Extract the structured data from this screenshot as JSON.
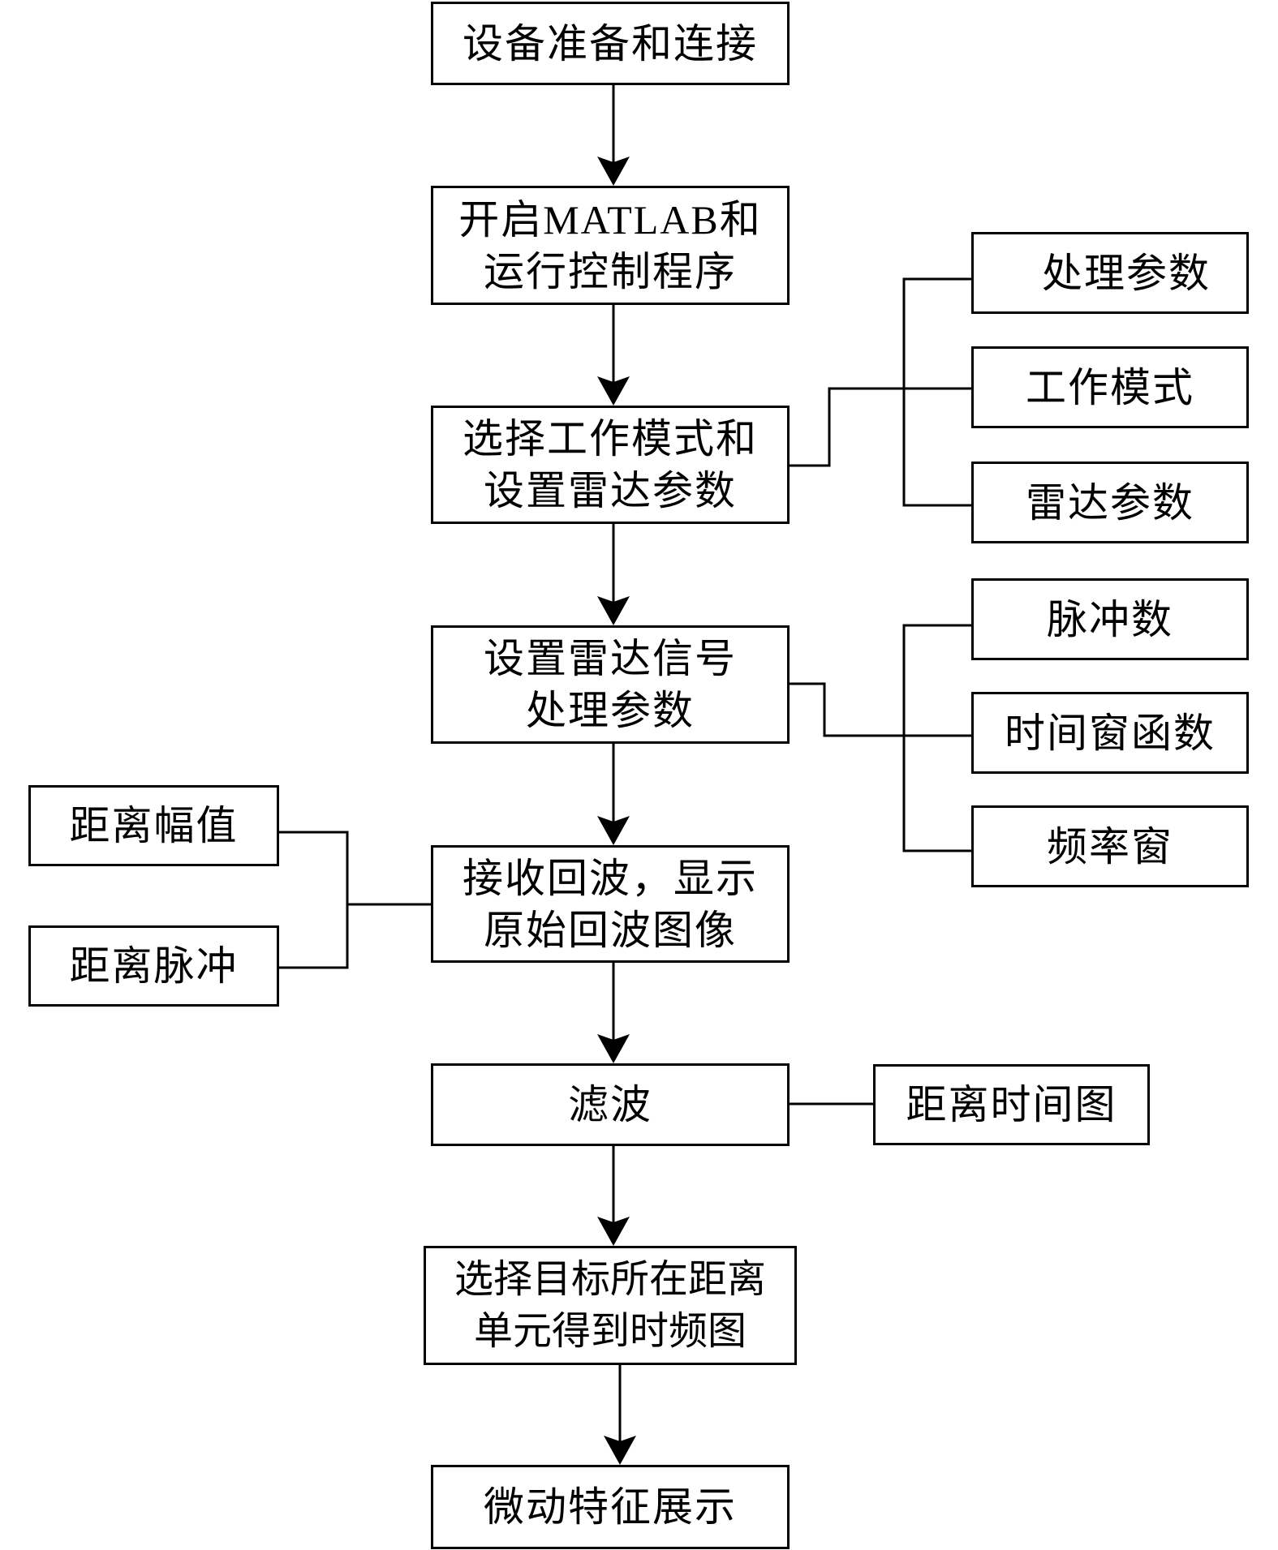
{
  "diagram": {
    "main_flow": [
      {
        "id": "step1",
        "lines": [
          "设备准备和连接"
        ]
      },
      {
        "id": "step2",
        "lines": [
          "开启MATLAB和",
          "运行控制程序"
        ]
      },
      {
        "id": "step3",
        "lines": [
          "选择工作模式和",
          "设置雷达参数"
        ]
      },
      {
        "id": "step4",
        "lines": [
          "设置雷达信号",
          "处理参数"
        ]
      },
      {
        "id": "step5",
        "lines": [
          "接收回波，显示",
          "原始回波图像"
        ]
      },
      {
        "id": "step6",
        "lines": [
          "滤波"
        ]
      },
      {
        "id": "step7",
        "lines": [
          "选择目标所在距离",
          "单元得到时频图"
        ]
      },
      {
        "id": "step8",
        "lines": [
          "微动特征展示"
        ]
      }
    ],
    "branches": {
      "step3_options": [
        "处理参数",
        "工作模式",
        "雷达参数"
      ],
      "step4_options": [
        "脉冲数",
        "时间窗函数",
        "频率窗"
      ],
      "step5_outputs": [
        "距离幅值",
        "距离脉冲"
      ],
      "step6_output": [
        "距离时间图"
      ]
    },
    "edges": [
      {
        "from": "step1",
        "to": "step2",
        "type": "arrow"
      },
      {
        "from": "step2",
        "to": "step3",
        "type": "arrow"
      },
      {
        "from": "step3",
        "to": "step4",
        "type": "arrow"
      },
      {
        "from": "step4",
        "to": "step5",
        "type": "arrow"
      },
      {
        "from": "step5",
        "to": "step6",
        "type": "arrow"
      },
      {
        "from": "step6",
        "to": "step7",
        "type": "arrow"
      },
      {
        "from": "step7",
        "to": "step8",
        "type": "arrow"
      },
      {
        "from": "step3",
        "to": "step3_options",
        "type": "bracket"
      },
      {
        "from": "step4",
        "to": "step4_options",
        "type": "bracket"
      },
      {
        "from": "step5",
        "to": "step5_outputs",
        "type": "bracket"
      },
      {
        "from": "step6",
        "to": "step6_output",
        "type": "line"
      }
    ]
  }
}
